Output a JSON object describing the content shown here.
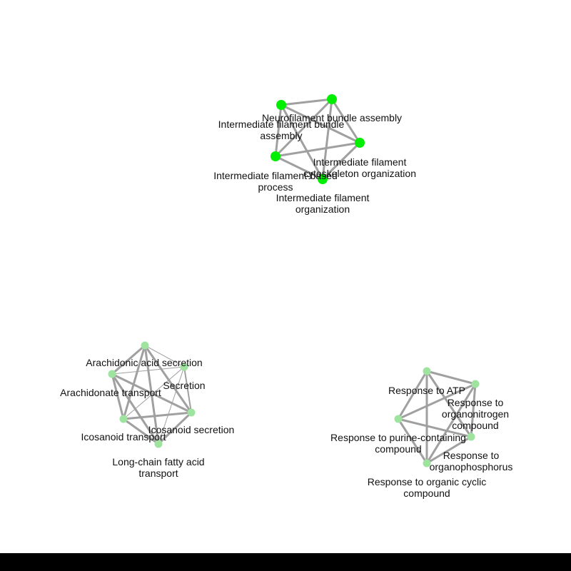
{
  "colors": {
    "edge": "#a0a0a0",
    "node_strong": "#00ee00",
    "node_light": "#9ee39e",
    "label": "#111111",
    "background": "#ffffff",
    "bottom_bar": "#000000"
  },
  "clusters": [
    {
      "id": "intermediate-filament",
      "node_style": "strong",
      "nodes": [
        {
          "id": "nf-bundle",
          "label": "Neurofilament bundle assembly"
        },
        {
          "id": "if-bundle",
          "label": "Intermediate filament bundle\nassembly"
        },
        {
          "id": "if-cyto",
          "label": "Intermediate filament\ncytoskeleton organization"
        },
        {
          "id": "if-process",
          "label": "Intermediate filament-based\nprocess"
        },
        {
          "id": "if-org",
          "label": "Intermediate filament\norganization"
        }
      ],
      "edges": [
        [
          "if-bundle",
          "nf-bundle",
          3
        ],
        [
          "if-bundle",
          "if-process",
          3
        ],
        [
          "if-bundle",
          "if-cyto",
          3
        ],
        [
          "if-bundle",
          "if-org",
          3
        ],
        [
          "nf-bundle",
          "if-cyto",
          3
        ],
        [
          "nf-bundle",
          "if-process",
          3
        ],
        [
          "nf-bundle",
          "if-org",
          3
        ],
        [
          "if-cyto",
          "if-process",
          3
        ],
        [
          "if-cyto",
          "if-org",
          3
        ],
        [
          "if-process",
          "if-org",
          3
        ]
      ]
    },
    {
      "id": "icosanoid",
      "node_style": "light",
      "nodes": [
        {
          "id": "top",
          "label": ""
        },
        {
          "id": "aa-secretion",
          "label": "Secretion"
        },
        {
          "id": "aa-transport",
          "label": "Arachidonate transport"
        },
        {
          "id": "ico-secretion",
          "label": "Icosanoid secretion"
        },
        {
          "id": "ico-transport",
          "label": "Icosanoid transport"
        },
        {
          "id": "lcfa-transport",
          "label": "Long-chain fatty acid\ntransport"
        },
        {
          "id": "aa-sec-label",
          "label": "Arachidonic acid secretion"
        }
      ],
      "edges": [
        [
          "top",
          "aa-transport",
          3
        ],
        [
          "top",
          "ico-secretion",
          3
        ],
        [
          "top",
          "ico-transport",
          3
        ],
        [
          "top",
          "lcfa-transport",
          3
        ],
        [
          "top",
          "aa-secretion",
          1
        ],
        [
          "aa-transport",
          "ico-secretion",
          3
        ],
        [
          "aa-transport",
          "ico-transport",
          3
        ],
        [
          "aa-transport",
          "lcfa-transport",
          3
        ],
        [
          "aa-transport",
          "aa-secretion",
          1
        ],
        [
          "ico-secretion",
          "ico-transport",
          3
        ],
        [
          "ico-secretion",
          "lcfa-transport",
          3
        ],
        [
          "ico-secretion",
          "aa-secretion",
          2
        ],
        [
          "ico-transport",
          "lcfa-transport",
          3
        ],
        [
          "ico-transport",
          "aa-secretion",
          1
        ],
        [
          "lcfa-transport",
          "aa-secretion",
          1
        ]
      ]
    },
    {
      "id": "response",
      "node_style": "light",
      "nodes": [
        {
          "id": "atp",
          "label": "Response to ATP"
        },
        {
          "id": "orgnitro",
          "label": "Response to organonitrogen\ncompound"
        },
        {
          "id": "purine",
          "label": "Response to purine-containing\ncompound"
        },
        {
          "id": "orgphos",
          "label": "Response to organophosphorus"
        },
        {
          "id": "orgcyclic",
          "label": "Response to organic cyclic\ncompound"
        }
      ],
      "edges": [
        [
          "atp",
          "orgnitro",
          3
        ],
        [
          "atp",
          "purine",
          3
        ],
        [
          "atp",
          "orgphos",
          3
        ],
        [
          "atp",
          "orgcyclic",
          3
        ],
        [
          "orgnitro",
          "purine",
          3
        ],
        [
          "orgnitro",
          "orgphos",
          3
        ],
        [
          "orgnitro",
          "orgcyclic",
          3
        ],
        [
          "purine",
          "orgphos",
          3
        ],
        [
          "purine",
          "orgcyclic",
          3
        ],
        [
          "orgphos",
          "orgcyclic",
          3
        ]
      ]
    }
  ]
}
